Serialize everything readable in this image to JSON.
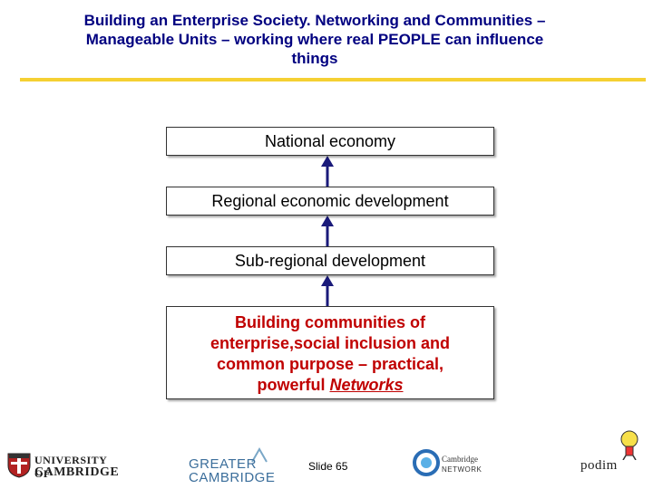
{
  "title": {
    "line1": "Building an Enterprise Society. Networking and Communities –",
    "line2": "Manageable Units – working where real PEOPLE can influence",
    "line3": "things"
  },
  "boxes": {
    "national": "National economy",
    "regional": "Regional economic development",
    "subregional": "Sub-regional development",
    "community_text": "Building communities of enterprise,social inclusion and common purpose – practical, powerful",
    "community_emph": "Networks"
  },
  "footer": {
    "slide_number": "Slide 65",
    "logo_cambridge_line1": "UNIVERSITY OF",
    "logo_cambridge_line2": "CAMBRIDGE",
    "logo_greater_line1": "GREATER",
    "logo_greater_line2": "CAMBRIDGE",
    "logo_network_line1": "Cambridge",
    "logo_network_line2": "NETWORK",
    "logo_pod": "podim"
  },
  "colors": {
    "title": "#000080",
    "rule": "#f5d033",
    "arrow": "#1a1a7a",
    "community_text": "#c00000"
  }
}
